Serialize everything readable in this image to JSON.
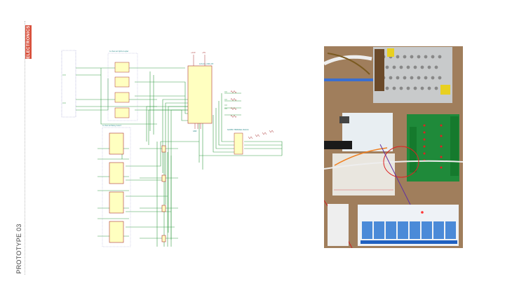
{
  "section_tag": "ELECTRONICS",
  "page_label": "PROTOTYPE 03",
  "schematic": {
    "optocoupler_block": "4-channel Optocoupler",
    "relay_block": "4-channel Relay board",
    "mcu": "Arduino_UNO_R3",
    "power_labels": [
      "+12V",
      "+5V"
    ],
    "ground_label": "GND",
    "connector": "SCREW TERMINAL BLOCK"
  },
  "colors": {
    "accent": "#d9533f",
    "wire": "#3aa04a",
    "component_fill": "#ffffc0",
    "component_stroke": "#a33"
  }
}
